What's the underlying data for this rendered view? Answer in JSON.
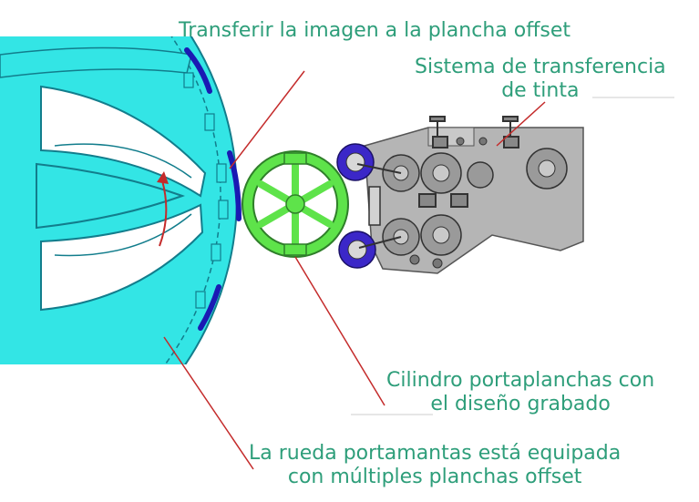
{
  "labels": {
    "transfer": "Transferir la imagen a la plancha offset",
    "ink_line1": "Sistema de transferencia",
    "ink_line2": "de tinta",
    "cylinder_line1": "Cilindro portaplanchas con",
    "cylinder_line2": "el diseño grabado",
    "wheel_line1": "La rueda portamantas está equipada",
    "wheel_line2": "con múltiples planchas offset"
  },
  "colors": {
    "label_text": "#2e9e7a",
    "wheel_fill": "#33e5e5",
    "blanket_plates": "#1a1ab3",
    "plate_cylinder": "#5ee34a",
    "ink_unit": "#a8a8a8",
    "ink_rollers": "#3b27c8",
    "leader_lines": "#c42b2b"
  }
}
